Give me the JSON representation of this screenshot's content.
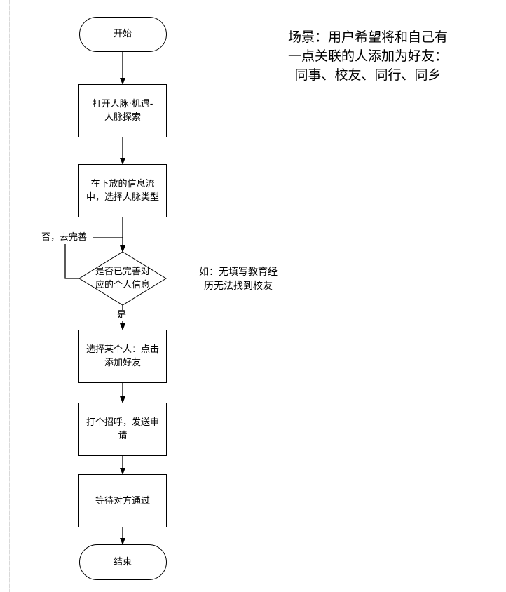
{
  "diagram": {
    "type": "flowchart",
    "nodes": [
      {
        "id": "start",
        "shape": "terminal",
        "text": "开始"
      },
      {
        "id": "step1",
        "shape": "process",
        "text_lines": [
          "打开人脉·机遇-",
          "人脉探索"
        ]
      },
      {
        "id": "step2",
        "shape": "process",
        "text_lines": [
          "在下放的信息流",
          "中，选择人脉类型"
        ]
      },
      {
        "id": "decision",
        "shape": "decision",
        "text_lines": [
          "是否已完善对",
          "应的个人信息"
        ]
      },
      {
        "id": "step3",
        "shape": "process",
        "text_lines": [
          "选择某个人：点击",
          "添加好友"
        ]
      },
      {
        "id": "step4",
        "shape": "process",
        "text_lines": [
          "打个招呼，发送申",
          "请"
        ]
      },
      {
        "id": "step5",
        "shape": "process",
        "text": "等待对方通过"
      },
      {
        "id": "end",
        "shape": "terminal",
        "text": "结束"
      }
    ],
    "edges": [
      {
        "from": "start",
        "to": "step1"
      },
      {
        "from": "step1",
        "to": "step2"
      },
      {
        "from": "step2",
        "to": "decision"
      },
      {
        "from": "decision",
        "to": "step3",
        "label": "是"
      },
      {
        "from": "decision",
        "to": "decision",
        "label": "否，去完善"
      },
      {
        "from": "step3",
        "to": "step4"
      },
      {
        "from": "step4",
        "to": "step5"
      },
      {
        "from": "step5",
        "to": "end"
      }
    ],
    "yes_label": "是",
    "no_label": "否，去完善"
  },
  "annotations": {
    "scenario_lines": [
      "场景：用户希望将和自己有",
      "一点关联的人添加为好友：",
      "同事、校友、同行、同乡"
    ],
    "example_lines": [
      "如：无填写教育经",
      "历无法找到校友"
    ]
  },
  "colors": {
    "stroke": "#000000",
    "background": "#ffffff",
    "guide_line": "#d9d9d9"
  }
}
